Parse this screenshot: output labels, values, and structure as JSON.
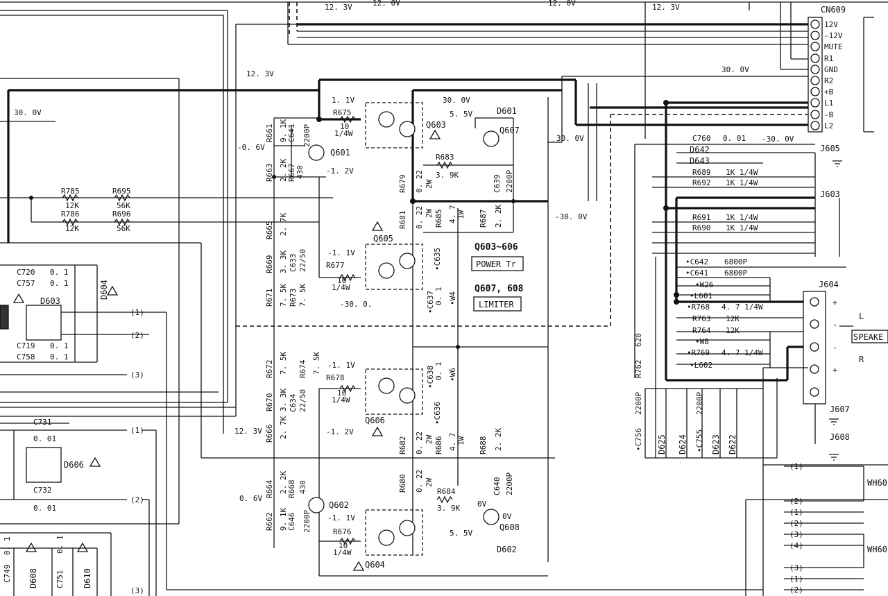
{
  "voltages": {
    "v_12_3_a": "12. 3V",
    "v_12_0_a": "12. 0V",
    "v_12_0_b": "12. 0V",
    "v_12_3_b": "12. 3V",
    "v_12_3_left": "12. 3V",
    "v_30_0_left": "30. 0V",
    "v_30_0_top": "30. 0V",
    "v_30_0_right": "30. 0V",
    "v_neg30_right": "-30. 0V",
    "v_30_0_mid": "30. 0V",
    "v_neg30_mid": "-30. 0V",
    "v_neg30_0_dot": "-30. 0.",
    "v_12_3_low": "12. 3V",
    "v_1_1_top": "1. 1V",
    "v_5_5_top": "5. 5V",
    "v_neg0_6": "-0. 6V",
    "v_neg1_2_top": "-1. 2V",
    "v_neg1_1_605": "-1. 1V",
    "v_neg1_1_606": "-1. 1V",
    "v_neg1_2_low": "-1. 2V",
    "v_0_6": "0. 6V",
    "v_neg1_1_604": "-1. 1V",
    "v_5_5_low": "5. 5V",
    "v_0v_a": "0V",
    "v_0v_b": "0V"
  },
  "connector_cn609": {
    "name": "CN609",
    "pins": [
      "12V",
      "-12V",
      "MUTE",
      "R1",
      "GND",
      "R2",
      "+B",
      "L1",
      "-B",
      "L2"
    ]
  },
  "transistors": {
    "q601": "Q601",
    "q602": "Q602",
    "q603": "Q603",
    "q604": "Q604",
    "q605": "Q605",
    "q606": "Q606",
    "q607": "Q607",
    "q608": "Q608"
  },
  "diodes": {
    "d601": "D601",
    "d602": "D602",
    "d603": "D603",
    "d604": "D604",
    "d606": "D606",
    "d608": "D608",
    "d610": "D610",
    "d622": "D622",
    "d623": "D623",
    "d624": "D624",
    "d625": "D625",
    "d642": "D642",
    "d643": "D643"
  },
  "resistors": {
    "r675": "R675",
    "r675_v": "10",
    "r675_w": "1/4W",
    "r661": "R661",
    "r661_v": "9. 1K",
    "r663": "R663",
    "r663_v": "2. 2K",
    "r667": "R667",
    "r667_v": "430",
    "r683": "R683",
    "r683_v": "3. 9K",
    "r679": "R679",
    "r679_v": "0. 22",
    "r679_w": "2W",
    "r681": "R681",
    "r681_v": "0. 22",
    "r681_w": "2W",
    "r685": "R685",
    "r685_v": "4. 7",
    "r685_w": "1W",
    "r687": "R687",
    "r687_v": "2. 2K",
    "r785": "R785",
    "r785_v": "12K",
    "r695": "R695",
    "r695_v": "56K",
    "r786": "R786",
    "r786_v": "12K",
    "r696": "R696",
    "r696_v": "56K",
    "r665": "R665",
    "r665_v": "2. 7K",
    "r669": "R669",
    "r669_v": "3. 3K",
    "r677": "R677",
    "r677_v": "10",
    "r677_w": "1/4W",
    "r671": "R671",
    "r671_v": "7. 5K",
    "r673": "R673",
    "r673_v": "7. 5K",
    "r672": "R672",
    "r672_v": "7. 5K",
    "r674": "R674",
    "r674_v": "7. 5K",
    "r670": "R670",
    "r670_v": "3. 3K",
    "r678": "R678",
    "r678_v": "10",
    "r678_w": "1/4W",
    "r666": "R666",
    "r666_v": "2. 7K",
    "r682": "R682",
    "r682_v": "0. 22",
    "r682_w": "2W",
    "r686": "R686",
    "r686_v": "4. 7",
    "r686_w": "1W",
    "r688": "R688",
    "r688_v": "2. 2K",
    "r680": "R680",
    "r680_v": "0. 22",
    "r680_w": "2W",
    "r684": "R684",
    "r684_v": "3. 9K",
    "r664": "R664",
    "r664_v": "2. 2K",
    "r668": "R668",
    "r668_v": "430",
    "r662": "R662",
    "r662_v": "9. 1K",
    "r676": "R676",
    "r676_v": "10",
    "r676_w": "1/4W",
    "r689": "R689",
    "r689_v": "1K 1/4W",
    "r692": "R692",
    "r692_v": "1K 1/4W",
    "r691": "R691",
    "r691_v": "1K 1/4W",
    "r690": "R690",
    "r690_v": "1K 1/4W",
    "r768": "•R768",
    "r768_v": "4. 7 1/4W",
    "r763": "R763",
    "r763_v": "12K",
    "r764": "R764",
    "r764_v": "12K",
    "r769": "•R769",
    "r769_v": "4. 7 1/4W",
    "r762": "R762",
    "r762_v": "620"
  },
  "capacitors": {
    "c641_top": "C641",
    "c641_top_v": "2200P",
    "c639": "C639",
    "c639_v": "2200P",
    "c635": "•C635",
    "c637": "•C637",
    "c637_v": "0. 1",
    "c633": "C633",
    "c633_v": "22/50",
    "c634": "C634",
    "c634_v": "22/50",
    "c638": "•C638",
    "c638_v": "0. 1",
    "c636": "•C636",
    "c640": "C640",
    "c640_v": "2200P",
    "c646": "C646",
    "c646_v": "2200P",
    "c720": "C720",
    "c720_v": "0. 1",
    "c757": "C757",
    "c757_v": "0. 1",
    "c719": "C719",
    "c719_v": "0. 1",
    "c758": "C758",
    "c758_v": "0. 1",
    "c731": "C731",
    "c731_v": "0. 01",
    "c732": "C732",
    "c732_v": "0. 01",
    "c749": "C749",
    "c749_v": "0. 1",
    "c751": "C751",
    "c751_v": "0. 1",
    "c760": "C760",
    "c760_v": "0. 01",
    "c642": "•C642",
    "c642_v": "6800P",
    "c641": "•C641",
    "c641_v": "6800P",
    "c756": "•C756",
    "c756_v": "2200P",
    "c755": "•C755",
    "c755_v": "2200P"
  },
  "misc": {
    "w26": "•W26",
    "l601": "•L601",
    "w8": "•W8",
    "l602": "•L602",
    "w4": "•W4",
    "w6": "•W6",
    "j603": "J603",
    "j604": "J604",
    "j605": "J605",
    "j607": "J607",
    "j608": "J608",
    "wh_a": "WH60",
    "wh_b": "WH60",
    "speaker": "SPEAKE",
    "sp_L": "L",
    "sp_R": "R",
    "plus": "+",
    "minus": "-",
    "pwr_title": "Q603~606",
    "pwr_label": "POWER Tr",
    "lim_title": "Q607, 608",
    "lim_label": "LIMITER",
    "n1": "(1)",
    "n2": "(2)",
    "n3": "(3)",
    "n4": "(4)"
  }
}
